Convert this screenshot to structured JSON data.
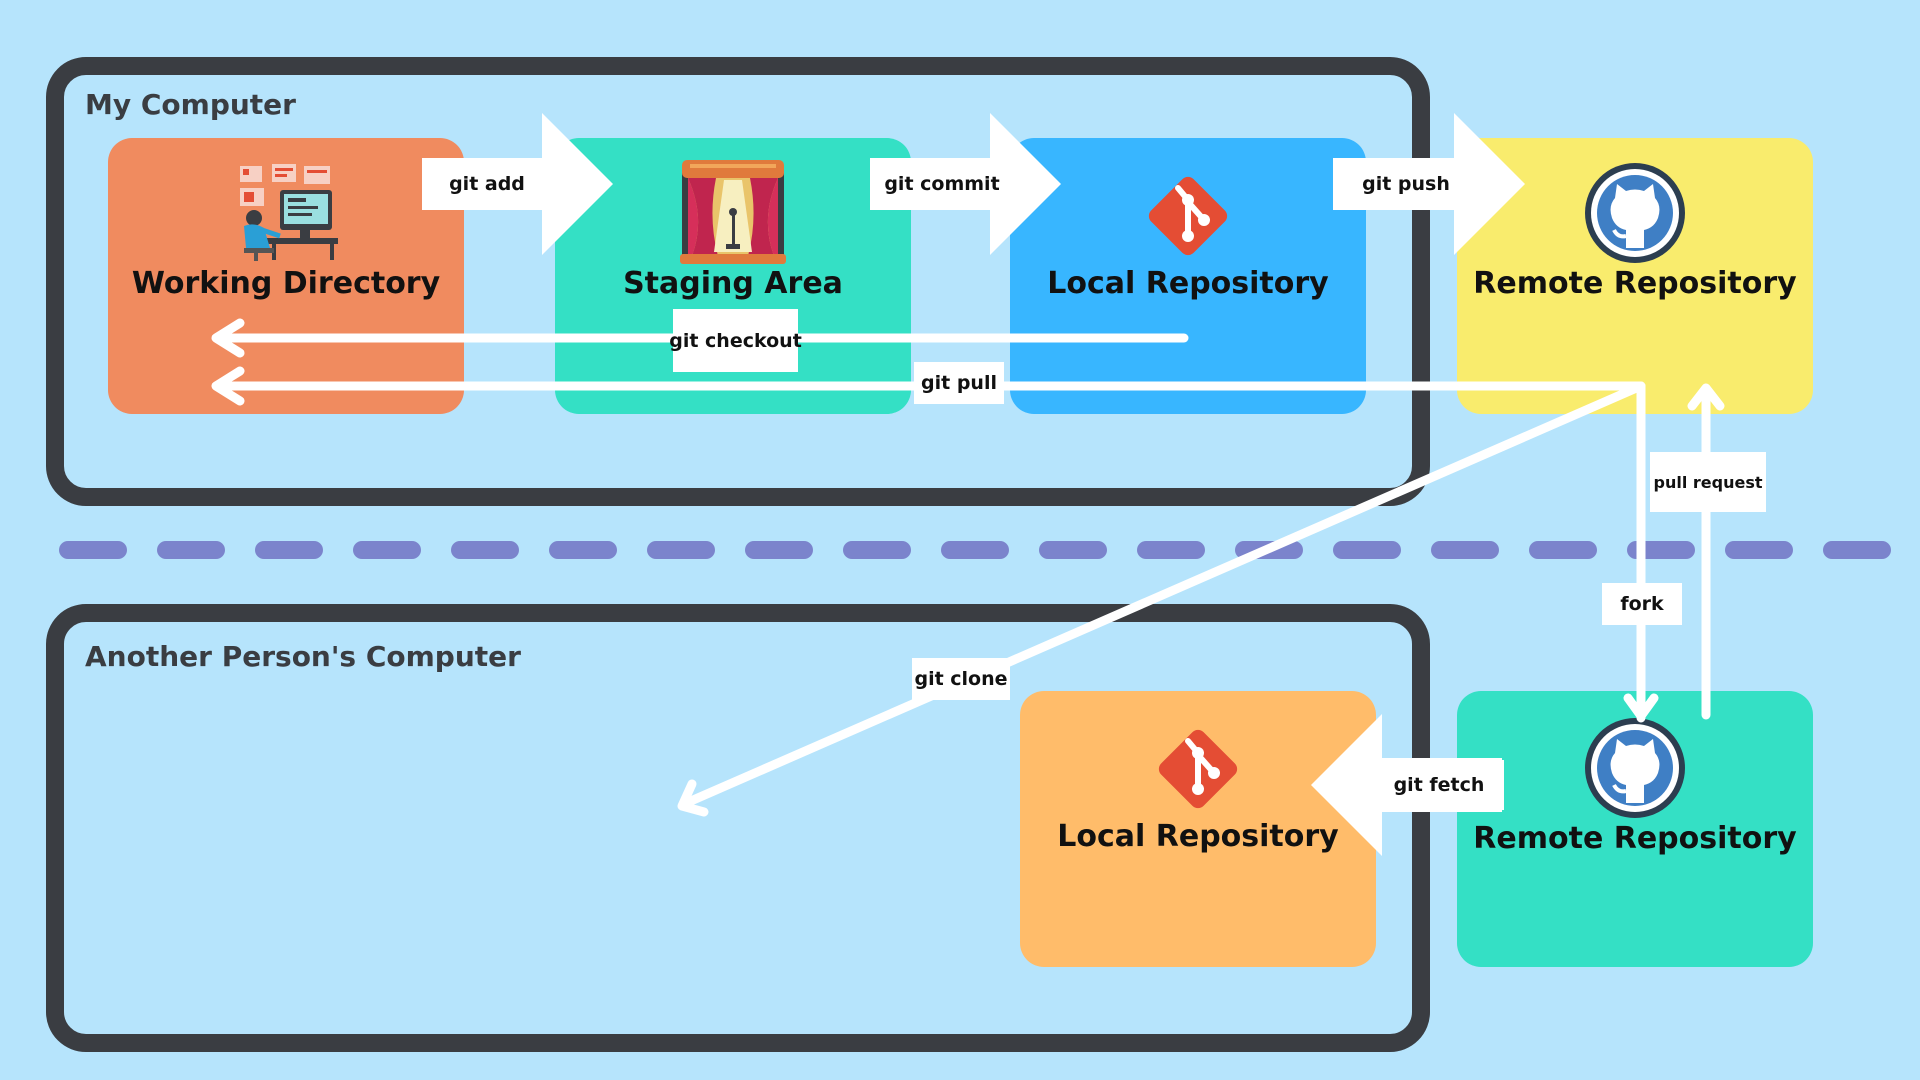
{
  "colors": {
    "background": "#b6e4fc",
    "frame": "#3a3d42",
    "working_directory": "#f08b5f",
    "staging_area": "#34e0c5",
    "local_repository": "#38b6ff",
    "remote_repository": "#f9ec6d",
    "local_repository_other": "#ffbc6a",
    "remote_repository_other": "#34e0c5",
    "divider": "#7b84cc",
    "arrow": "#ffffff",
    "git_logo": "#e44d34"
  },
  "frames": {
    "my_computer": {
      "title": "My Computer"
    },
    "another_computer": {
      "title": "Another Person's Computer"
    }
  },
  "nodes": {
    "working_directory": {
      "title": "Working Directory",
      "icon": "person-at-computer-icon"
    },
    "staging_area": {
      "title": "Staging Area",
      "icon": "stage-curtain-icon"
    },
    "local_repository": {
      "title": "Local Repository",
      "icon": "git-logo-icon"
    },
    "remote_repository": {
      "title": "Remote Repository",
      "icon": "github-octocat-icon"
    },
    "local_repository_other": {
      "title": "Local Repository",
      "icon": "git-logo-icon"
    },
    "remote_repository_other": {
      "title": "Remote Repository",
      "icon": "github-octocat-icon"
    }
  },
  "edges": {
    "git_add": "git add",
    "git_commit": "git commit",
    "git_push": "git push",
    "git_checkout": "git checkout",
    "git_pull": "git pull",
    "pull_request": "pull request",
    "fork": "fork",
    "git_clone": "git clone",
    "git_fetch": "git fetch"
  }
}
